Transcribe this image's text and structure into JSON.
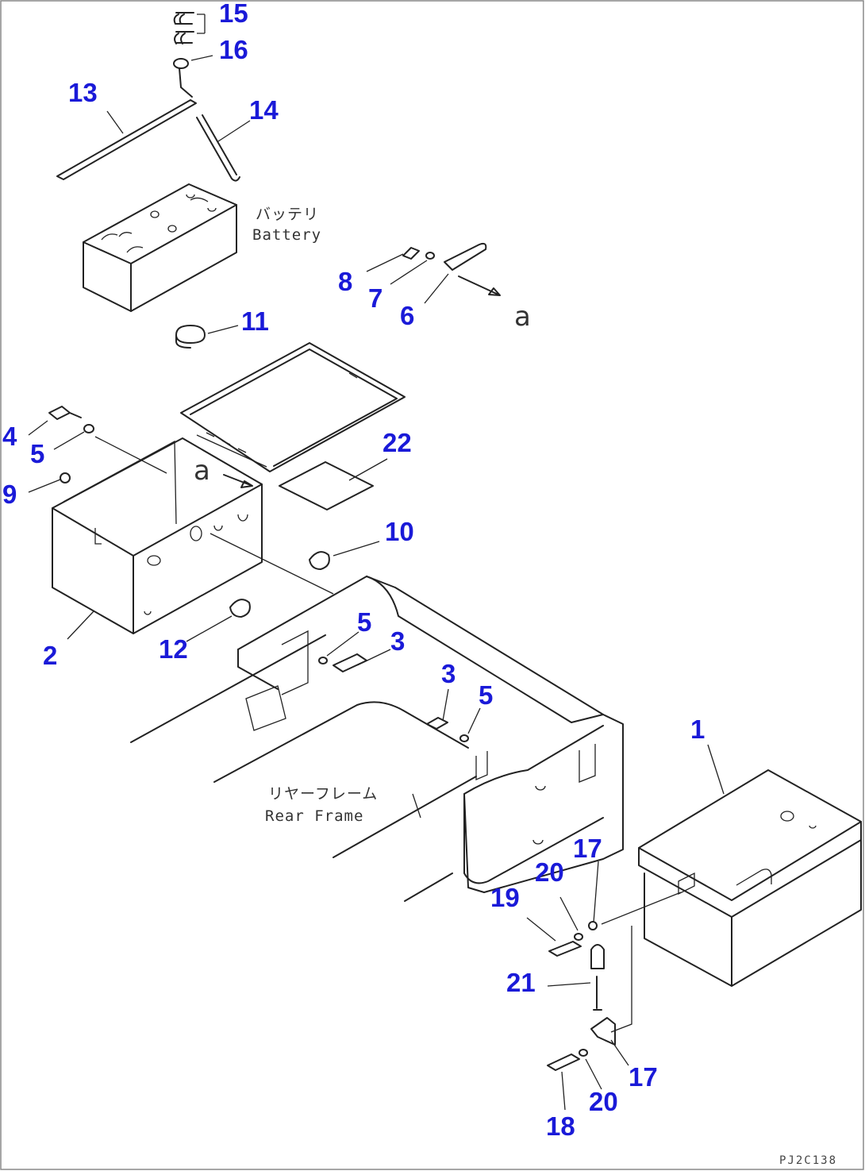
{
  "callouts": {
    "c15": "15",
    "c16": "16",
    "c13": "13",
    "c14": "14",
    "c8": "8",
    "c7": "7",
    "c6": "6",
    "c11": "11",
    "c22": "22",
    "c4": "4",
    "c5a": "5",
    "c9": "9",
    "c10": "10",
    "c2": "2",
    "c12": "12",
    "c5b": "5",
    "c3a": "3",
    "c3b": "3",
    "c5c": "5",
    "c1": "1",
    "c17a": "17",
    "c20a": "20",
    "c19": "19",
    "c21": "21",
    "c17b": "17",
    "c20b": "20",
    "c18": "18"
  },
  "notes": {
    "battery_jp": "バッテリ",
    "battery_en": "Battery",
    "rear_frame_jp": "リヤーフレーム",
    "rear_frame_en": "Rear Frame",
    "view_a_top": "a",
    "view_a_mid": "a"
  },
  "drawing_code": "PJ2C138"
}
